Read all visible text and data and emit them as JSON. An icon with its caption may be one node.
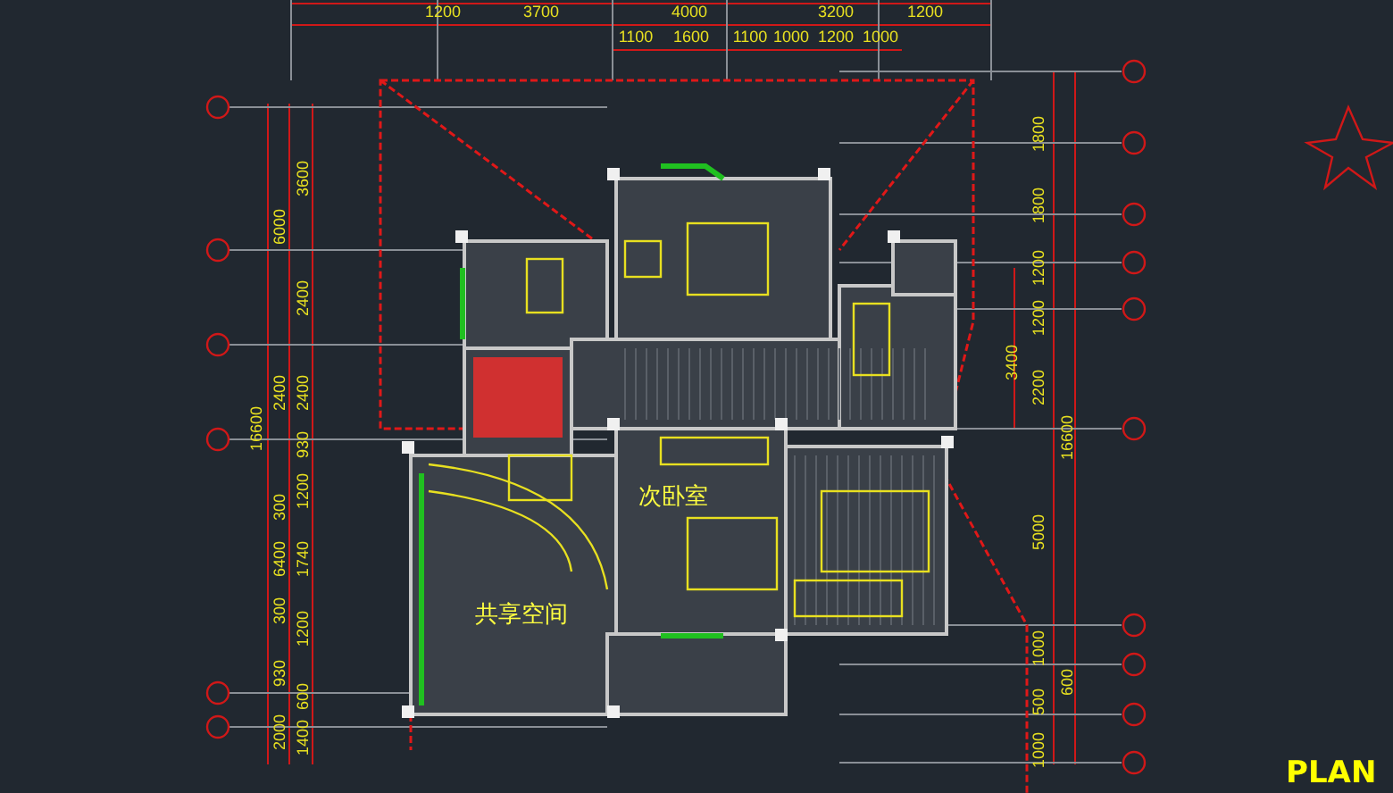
{
  "diagram": {
    "labels": [
      "1200",
      "3700",
      "4000",
      "3200",
      "1200",
      "1100",
      "1600",
      "1100",
      "1000",
      "1200",
      "1000",
      "16600",
      "6000",
      "3600",
      "2400",
      "2400",
      "2400",
      "930",
      "1200",
      "300",
      "6400",
      "1740",
      "300",
      "1200",
      "930",
      "600",
      "2000",
      "1400",
      "次卧室",
      "共享空间",
      "1800",
      "1800",
      "1200",
      "1200",
      "3400",
      "2200",
      "16600",
      "5000",
      "1000",
      "600",
      "500",
      "1000",
      "PLAN"
    ]
  }
}
